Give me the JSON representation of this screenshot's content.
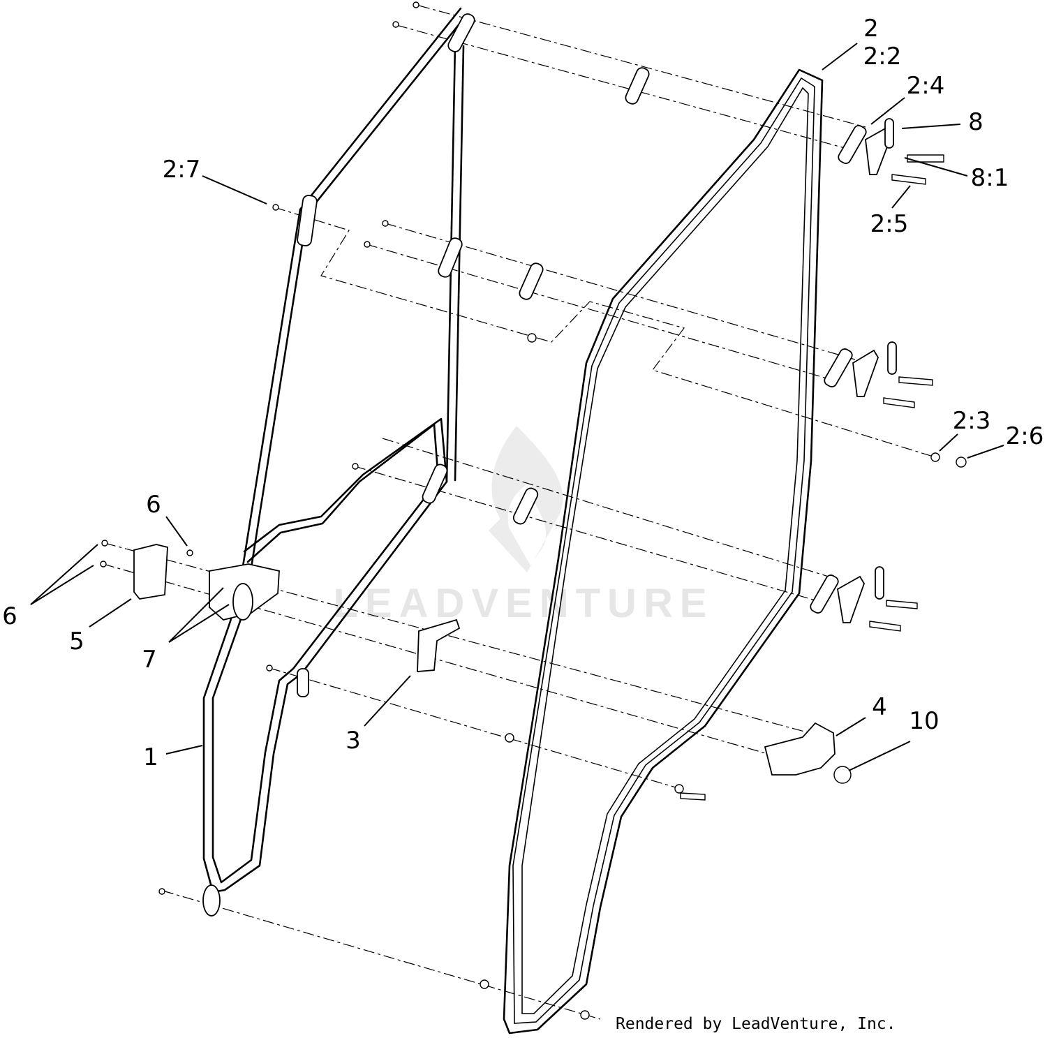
{
  "callouts": {
    "c2": "2",
    "c2_2": "2:2",
    "c2_4": "2:4",
    "c8": "8",
    "c8_1": "8:1",
    "c2_5": "2:5",
    "c2_7": "2:7",
    "c2_3": "2:3",
    "c2_6": "2:6",
    "c6_upper": "6",
    "c6_lower": "6",
    "c5": "5",
    "c7": "7",
    "c3": "3",
    "c4": "4",
    "c10": "10",
    "c1": "1"
  },
  "watermark": "LEADVENTURE",
  "credit": "Rendered by LeadVenture, Inc."
}
